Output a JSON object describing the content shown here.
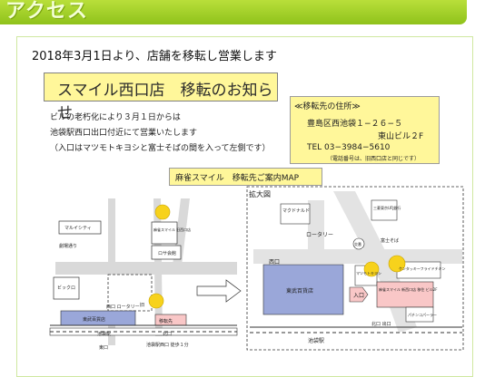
{
  "header": {
    "title": "アクセス"
  },
  "lead_text": "2018年3月1日より、店舗を移転し営業します",
  "notice_title": "スマイル西口店　移転のお知らせ",
  "notice_lines": [
    "ビルの老朽化により３月１日からは",
    "池袋駅西口出口付近にて営業いたします",
    "（入口はマツモトキヨシと富士そばの間を入って左側です）"
  ],
  "address": {
    "heading": "≪移転先の住所≫",
    "line1": "豊島区西池袋１−２６−５",
    "line2": "東山ビル２F",
    "tel": "TEL  03−3984−5610",
    "tel_note": "（電話番号は、旧西口店と同じです）"
  },
  "map_title": "麻雀スマイル　移転先ご案内MAP",
  "left_map": {
    "labels": [
      "マルイシティ",
      "劇場通り",
      "ロサ会館",
      "ビックロ",
      "麻雀スマイル 旧西口店",
      "西口 ロータリー",
      "東武百貨店",
      "移転先",
      "北口",
      "池袋駅",
      "池袋駅西口 徒歩１分",
      "東口",
      "旧"
    ]
  },
  "right_map": {
    "heading": "拡大図",
    "labels": [
      "マクドナルド",
      "ロータリー",
      "交番",
      "三菱東京UFJ銀行",
      "富士そば",
      "ケンタッキーフライドチキン",
      "マツモトキヨシ",
      "西口",
      "東武百貨店",
      "入口",
      "麻雀スマイル 新西口店 移住 ビル2F",
      "北口 出口",
      "池袋駅",
      "パチンコパーラー"
    ]
  }
}
